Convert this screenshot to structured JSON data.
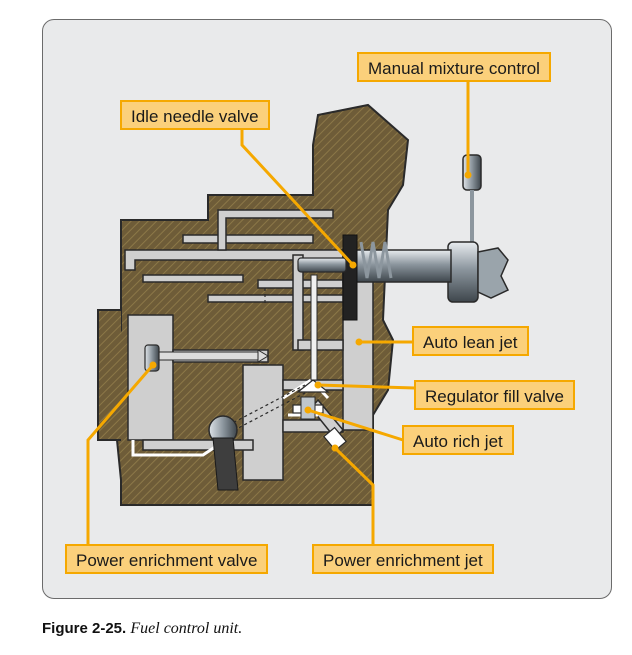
{
  "diagram": {
    "labels": {
      "manual_mixture_control": "Manual mixture control",
      "idle_needle_valve": "Idle needle valve",
      "auto_lean_jet": "Auto lean jet",
      "regulator_fill_valve": "Regulator fill valve",
      "auto_rich_jet": "Auto rich jet",
      "power_enrichment_valve": "Power enrichment valve",
      "power_enrichment_jet": "Power enrichment jet"
    },
    "colors": {
      "label_fill": "#fbd07b",
      "label_border": "#f5a800",
      "leader_line": "#f5a800",
      "housing": "#6b5a36",
      "passage": "#cfcfcf",
      "background": "#e9eaeb"
    }
  },
  "caption": {
    "number": "Figure 2-25.",
    "text": "Fuel control unit."
  }
}
